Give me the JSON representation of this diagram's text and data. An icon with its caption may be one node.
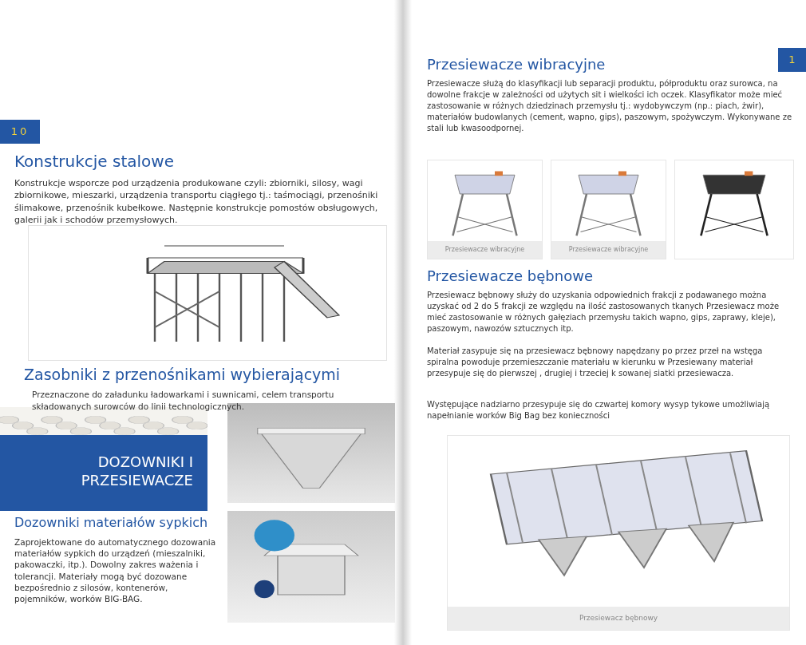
{
  "diagram": {
    "nodes": [
      {
        "text": [
          "10"
        ]
      },
      {
        "text": [
          "DOZOWNIKI I PRZESIEWACZE"
        ]
      },
      {
        "text": [
          "1"
        ]
      },
      {
        "text": [
          "Przesiewacze wibracyjne"
        ]
      },
      {
        "text": [
          "Przesiewacze wibracyjne"
        ]
      },
      {
        "text": [
          "Przesiewacz bębnowy"
        ]
      }
    ],
    "labels": [
      "Konstrukcje stalowe",
      "Konstrukcje wsporcze pod urządzenia produkowane czyli: zbiorniki, silosy, wagi zbiornikowe, mieszarki, urządzenia transportu ciągłego tj.: taśmociągi, przenośniki ślimakowe, przenośnik kubełkowe. Następnie konstrukcje pomostów obsługowych, galerii jak i schodów przemysłowych.",
      "Zasobniki z przenośnikami wybierającymi",
      "Przeznaczone do załadunku ładowarkami i suwnicami, celem transportu składowanych surowców do linii technologicznych.",
      "Dozowniki materiałów sypkich",
      "Zaprojektowane do automatycznego dozowania materiałów sypkich do urządzeń (mieszalniki, pakowaczki, itp.). Dowolny zakres ważenia i tolerancji. Materiały mogą być dozowane bezpośrednio z silosów, kontenerów, pojemników, worków BIG-BAG.",
      "Przesiewacze wibracyjne",
      "Przesiewacze służą do klasyfikacji lub separacji produktu, półproduktu oraz surowca, na dowolne frakcje w zależności od użytych sit i wielkości ich oczek. Klasyfikator może mieć zastosowanie w różnych dziedzinach przemysłu tj.: wydobywczym (np.: piach, żwir), materiałów budowlanych (cement, wapno, gips), paszowym, spożywczym. Wykonywane ze stali lub kwasoodpornej.",
      "Przesiewacze bębnowe",
      "Przesiewacz bębnowy służy do uzyskania odpowiednich frakcji z podawanego można uzyskać od 2 do 5 frakcji ze względu na ilość zastosowanych tkanych Przesiewacz może mieć zastosowanie w różnych gałęziach przemysłu takich wapno, gips, zaprawy, kleje), paszowym, nawozów sztucznych itp.",
      "Materiał zasypuje się na przesiewacz bębnowy napędzany po przez przeł na wstęga spiralna powoduje przemieszczanie materiału w kierunku w Przesiewany materiał przesypuje się do pierwszej , drugiej i trzeciej k sowanej siatki przesiewacza.",
      "Występujące nadziarno przesypuje się do czwartej komory wysyp tykowe umożliwiają napełnianie worków Big Bag bez konieczności"
    ]
  }
}
